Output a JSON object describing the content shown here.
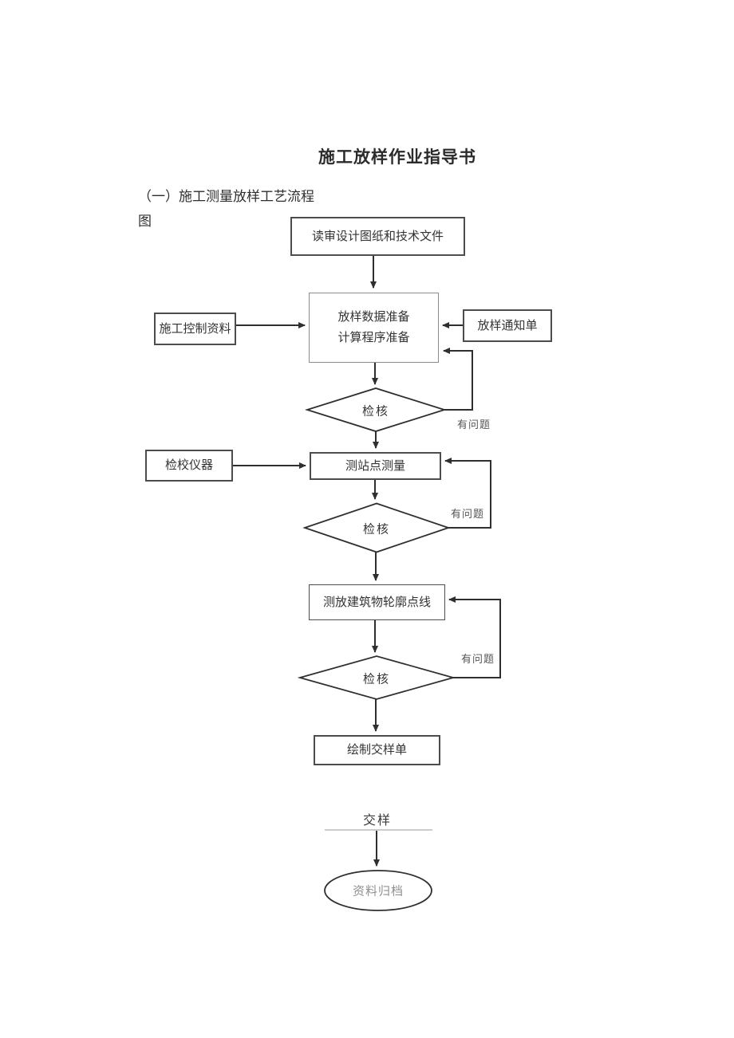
{
  "document": {
    "title": "施工放样作业指导书",
    "heading_line1": "（一）施工测量放样工艺流程",
    "heading_line2": "图"
  },
  "flowchart": {
    "boxes": {
      "read_design": "读审设计图纸和技术文件",
      "prep_line1": "放样数据准备",
      "prep_line2": "计算程序准备",
      "construction_control_data": "施工控制资料",
      "layout_notice": "放样通知单",
      "instrument_check": "检校仪器",
      "station_survey": "测站点测量",
      "building_outline": "测放建筑物轮廓点线",
      "draw_handover_sheet": "绘制交样单"
    },
    "decisions": {
      "check1": "检核",
      "check2": "检核",
      "check3": "检核"
    },
    "edge_labels": {
      "problem1": "有问题",
      "problem2": "有问题",
      "problem3": "有问题"
    },
    "terminals": {
      "handover": "交样",
      "archive": "资料归档"
    },
    "colors": {
      "line": "#2f2f2f",
      "border": "#4c4c4c",
      "text": "#333333",
      "muted": "#8f8f8f"
    }
  }
}
